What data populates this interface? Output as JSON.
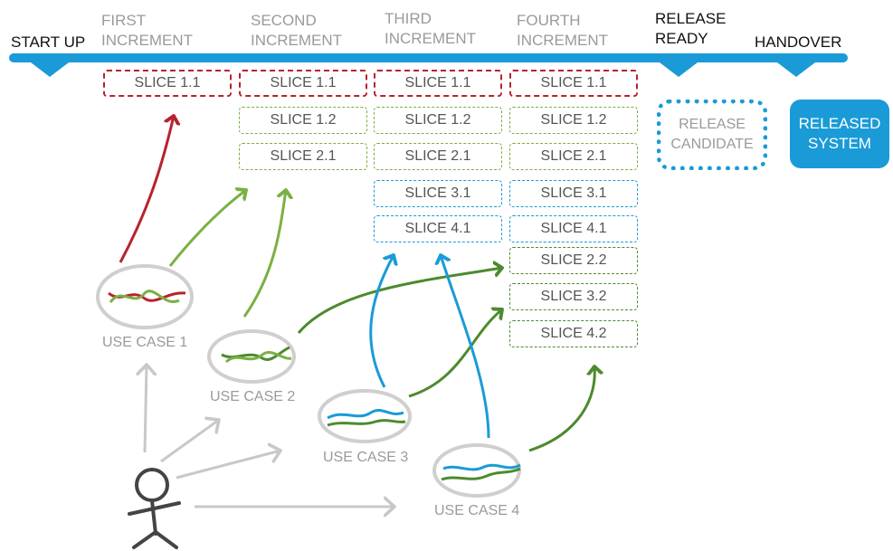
{
  "phases": [
    {
      "line1": "",
      "line2": "START UP"
    },
    {
      "line1": "FIRST",
      "line2": "INCREMENT"
    },
    {
      "line1": "SECOND",
      "line2": "INCREMENT"
    },
    {
      "line1": "THIRD",
      "line2": "INCREMENT"
    },
    {
      "line1": "FOURTH",
      "line2": "INCREMENT"
    },
    {
      "line1": "RELEASE",
      "line2": "READY"
    },
    {
      "line1": "",
      "line2": "HANDOVER"
    }
  ],
  "slices": {
    "first": [
      "SLICE 1.1"
    ],
    "second": [
      "SLICE 1.1",
      "SLICE 1.2",
      "SLICE 2.1"
    ],
    "third": [
      "SLICE 1.1",
      "SLICE 1.2",
      "SLICE 2.1",
      "SLICE 3.1",
      "SLICE 4.1"
    ],
    "fourth": [
      "SLICE 1.1",
      "SLICE 1.2",
      "SLICE 2.1",
      "SLICE 3.1",
      "SLICE 4.1",
      "SLICE 2.2",
      "SLICE 3.2",
      "SLICE 4.2"
    ]
  },
  "release_candidate": {
    "line1": "RELEASE",
    "line2": "CANDIDATE"
  },
  "released_system": {
    "line1": "RELEASED",
    "line2": "SYSTEM"
  },
  "use_cases": [
    "USE CASE 1",
    "USE CASE 2",
    "USE CASE 3",
    "USE CASE 4"
  ],
  "colors": {
    "timeline": "#1a9bd7",
    "red": "#b8222e",
    "light_green": "#7bb043",
    "dark_green": "#4d8a2e",
    "blue": "#1a9bd7",
    "grey": "#bdbdbd"
  }
}
